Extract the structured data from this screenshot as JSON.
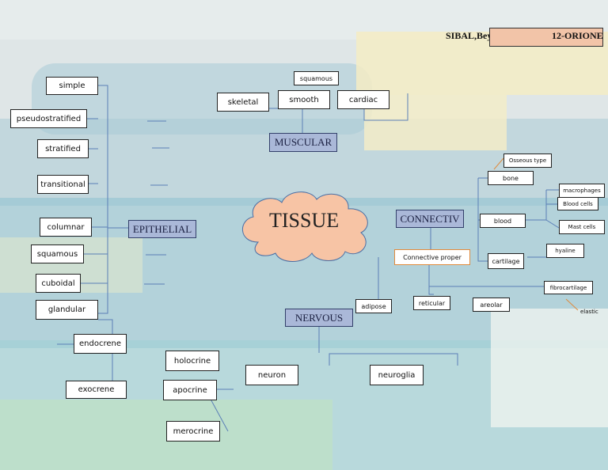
{
  "header": {
    "student_name": "SIBAL,Beyonce C.",
    "section": "12-ORIONE"
  },
  "center": {
    "title": "TISSUE"
  },
  "categories": {
    "epithelial": "EPITHELIAL",
    "muscular": "MUSCULAR",
    "connective": "CONNECTIV",
    "nervous": "NERVOUS"
  },
  "epithelial": {
    "simple": "simple",
    "pseudostratified": "pseudostratified",
    "stratified": "stratified",
    "transitional": "transitional",
    "columnar": "columnar",
    "squamous": "squamous",
    "cuboidal": "cuboidal",
    "glandular": "glandular",
    "endocrene": "endocrene",
    "exocrene": "exocrene",
    "holocrine": "holocrine",
    "apocrine": "apocrine",
    "merocrine": "merocrine"
  },
  "muscular": {
    "skeletal": "skeletal",
    "smooth": "smooth",
    "squamous": "squamous",
    "cardiac": "cardiac"
  },
  "connective": {
    "osseous": "Osseous type",
    "bone": "bone",
    "macrophages": "macrophages",
    "blood_cells": "Blood cells",
    "blood": "blood",
    "mast_cells": "Mast cells",
    "hyaline": "hyaline",
    "cartilage": "cartilage",
    "fibrocartilage": "fibrocartilage",
    "elastic": "elastic",
    "connective_proper": "Connective proper",
    "adipose": "adipose",
    "reticular": "reticular",
    "areolar": "areolar"
  },
  "nervous": {
    "neuron": "neuron",
    "neuroglia": "neuroglia"
  },
  "colors": {
    "header_box": "#aab8d8",
    "cloud": "#f7c4a5",
    "connective_proper_border": "#e08a3c"
  }
}
